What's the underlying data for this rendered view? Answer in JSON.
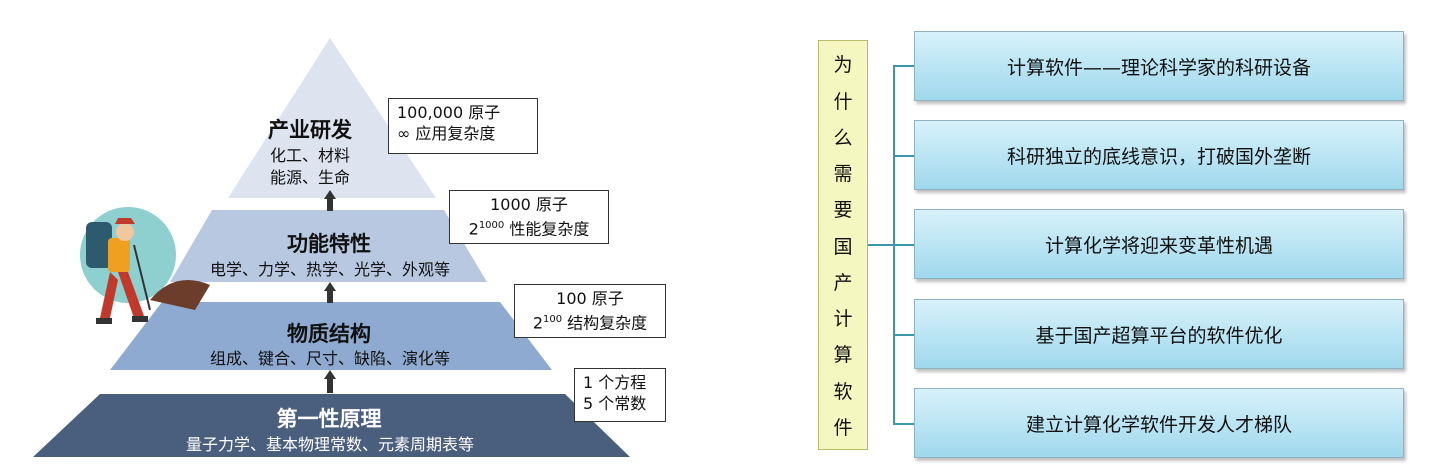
{
  "pyramid": {
    "tiers": [
      {
        "title": "产业研发",
        "subtitle_lines": [
          "化工、材料",
          "能源、生命"
        ],
        "color": "#dde4ef"
      },
      {
        "title": "功能特性",
        "subtitle": "电学、力学、热学、光学、外观等",
        "color": "#b8c8e0"
      },
      {
        "title": "物质结构",
        "subtitle": "组成、键合、尺寸、缺陷、演化等",
        "color": "#8eaad0"
      },
      {
        "title": "第一性原理",
        "subtitle": "量子力学、基本物理常数、元素周期表等",
        "color": "#4a5f7e"
      }
    ],
    "notes": [
      {
        "line1": "100,000 原子",
        "line2": "∞ 应用复杂度"
      },
      {
        "line1": "1000 原子",
        "line2_base": "2",
        "line2_exp": "1000",
        "line2_rest": " 性能复杂度"
      },
      {
        "line1": "100 原子",
        "line2_base": "2",
        "line2_exp": "100",
        "line2_rest": " 结构复杂度"
      },
      {
        "line1": "1 个方程",
        "line2": "5 个常数"
      }
    ],
    "arrow_icon": "up-arrow-icon",
    "hiker_icon": "hiker-icon"
  },
  "question": {
    "chars": [
      "为",
      "什",
      "么",
      "需",
      "要",
      "国",
      "产",
      "计",
      "算",
      "软",
      "件"
    ],
    "color": "#f5f7c0"
  },
  "reasons": [
    "计算软件——理论科学家的科研设备",
    "科研独立的底线意识，打破国外垄断",
    "计算化学将迎来变革性机遇",
    "基于国产超算平台的软件优化",
    "建立计算化学软件开发人才梯队"
  ],
  "accent": "#3a98a8"
}
